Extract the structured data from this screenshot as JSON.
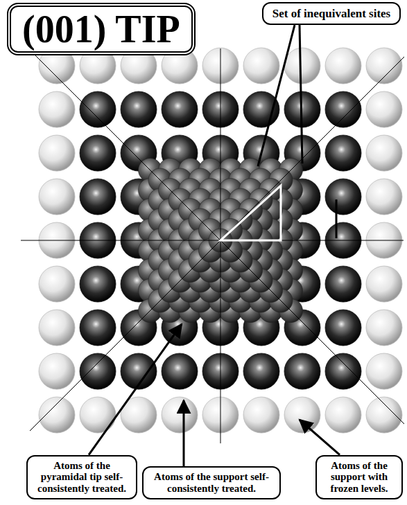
{
  "diagram": {
    "title": "(001) TIP",
    "nodes": [
      {
        "text": [
          "Set of inequivalent sites"
        ]
      },
      {
        "text": [
          "Atoms of the pyramidal tip self-consistently treated."
        ]
      },
      {
        "text": [
          "Atoms of the support self-consistently treated."
        ]
      },
      {
        "text": [
          "Atoms of the support with frozen levels."
        ]
      }
    ]
  }
}
